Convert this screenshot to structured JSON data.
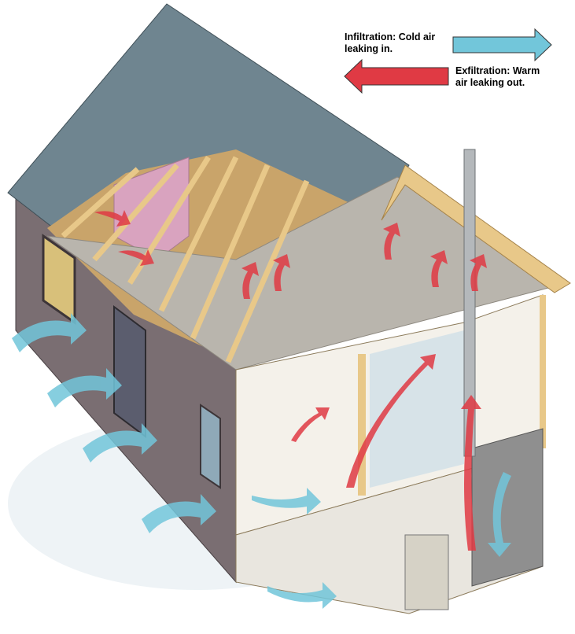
{
  "legend": {
    "infiltration": {
      "label": "Infiltration: Cold air\nleaking in.",
      "color": "#72c6da",
      "direction": "right"
    },
    "exfiltration": {
      "label": "Exfiltration: Warm\nair leaking out.",
      "color": "#e03a44",
      "direction": "left"
    }
  },
  "illustration": {
    "subject": "cutaway-house",
    "colors": {
      "roof": "#6f8590",
      "siding": "#7a6e72",
      "framing": "#e8c889",
      "insulation": "#b9b5ad",
      "pink_insulation": "#d9a3bf",
      "interior_wall": "#f4f1ea",
      "foundation": "#9a9a9a"
    }
  }
}
